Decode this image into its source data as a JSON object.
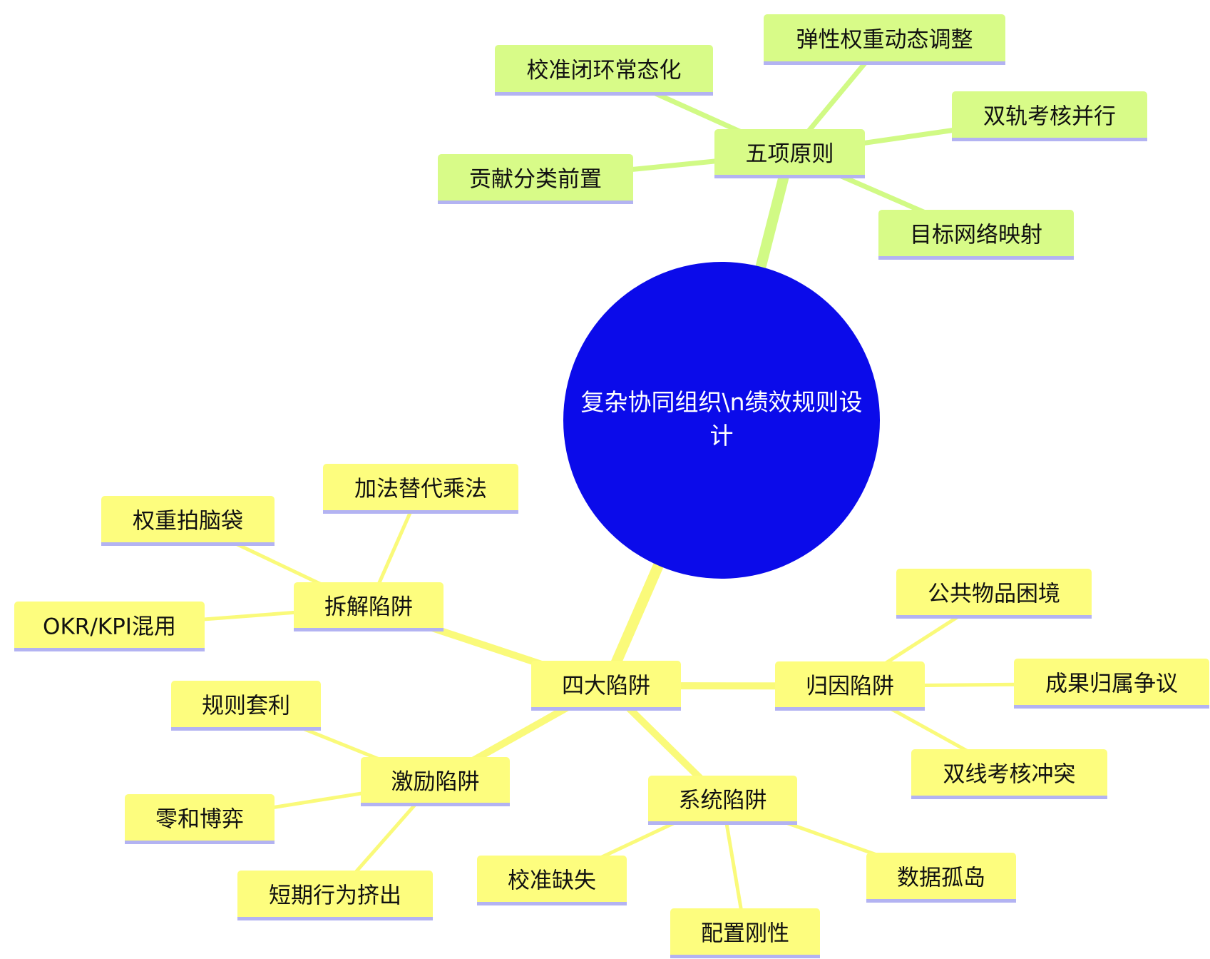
{
  "colors": {
    "root_fill": "#0b0bea",
    "green_node": "#d8fb88",
    "green_edge": "#d1fa85",
    "yellow_node": "#fdfd7e",
    "yellow_edge": "#fafa7a",
    "underline": "#b3b3f2",
    "root_text": "#ffffff",
    "node_text": "#111111"
  },
  "root": {
    "line1": "复杂协同组织\\n绩效规则设",
    "line2": "计"
  },
  "branches": [
    {
      "id": "principles",
      "label": "五项原则",
      "color": "green",
      "children": [
        "校准闭环常态化",
        "弹性权重动态调整",
        "双轨考核并行",
        "目标网络映射",
        "贡献分类前置"
      ]
    },
    {
      "id": "traps",
      "label": "四大陷阱",
      "color": "yellow",
      "children": [
        {
          "id": "decompose",
          "label": "拆解陷阱",
          "children": [
            "加法替代乘法",
            "权重拍脑袋",
            "OKR/KPI混用"
          ]
        },
        {
          "id": "attribution",
          "label": "归因陷阱",
          "children": [
            "公共物品困境",
            "成果归属争议",
            "双线考核冲突"
          ]
        },
        {
          "id": "incentive",
          "label": "激励陷阱",
          "children": [
            "规则套利",
            "零和博弈",
            "短期行为挤出"
          ]
        },
        {
          "id": "system",
          "label": "系统陷阱",
          "children": [
            "校准缺失",
            "配置刚性",
            "数据孤岛"
          ]
        }
      ]
    }
  ]
}
